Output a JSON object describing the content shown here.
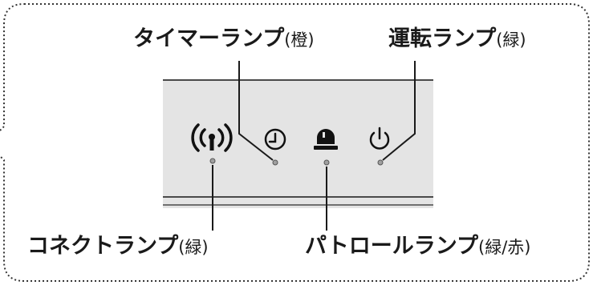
{
  "labels": {
    "timer": {
      "name": "タイマーランプ",
      "color": "(橙)"
    },
    "run": {
      "name": "運転ランプ",
      "color": "(緑)"
    },
    "connect": {
      "name": "コネクトランプ",
      "color": "(緑)"
    },
    "patrol": {
      "name": "パトロールランプ",
      "color": "(緑/赤)"
    }
  },
  "icons": {
    "connect": "wireless-signal-icon",
    "timer": "clock-icon",
    "patrol": "patrol-light-icon",
    "run": "power-icon"
  },
  "colors": {
    "panel": "#e4e4e4",
    "panel_edge": "#4a4a4a",
    "line": "#1a1a1a",
    "led": "#a0a0a0",
    "border": "#333333"
  }
}
